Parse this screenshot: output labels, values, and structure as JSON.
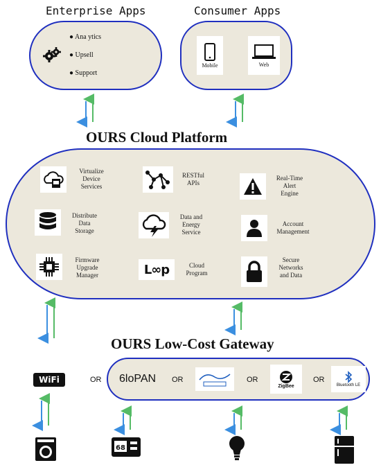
{
  "enterprise": {
    "title": "Enterprise Apps",
    "items": [
      "Ana ytics",
      "Upsell",
      "Support"
    ]
  },
  "consumer": {
    "title": "Consumer Apps",
    "mobile": "Mobile",
    "web": "Web"
  },
  "cloud": {
    "title": "OURS Cloud Platform",
    "services": [
      {
        "label": "Virtualize\nDevice\nServices"
      },
      {
        "label": "RESTful\nAPIs"
      },
      {
        "label": "Real-Time\nAlert\nEngine"
      },
      {
        "label": "Distribute\nData\nStorage"
      },
      {
        "label": "Data and\nEnergy\nService"
      },
      {
        "label": "Account\nManagement"
      },
      {
        "label": "Firmware\nUpgrade\nManager"
      },
      {
        "label": "Cloud\nProgram"
      },
      {
        "label": "Secure\nNetworks\nand Data"
      }
    ],
    "loop_text": "L∞p"
  },
  "gateway": {
    "title": "OURS Low-Cost Gateway",
    "wifi": "WiFi",
    "or": "OR",
    "sixlowpan": "6loPAN",
    "zigbee": "ZigBee",
    "bluetooth": "Bluetooth LE"
  },
  "colors": {
    "border": "#1f2fbf",
    "fill": "#ece8dc",
    "arrow_green": "#55bb66",
    "arrow_blue": "#3b8fe0"
  }
}
